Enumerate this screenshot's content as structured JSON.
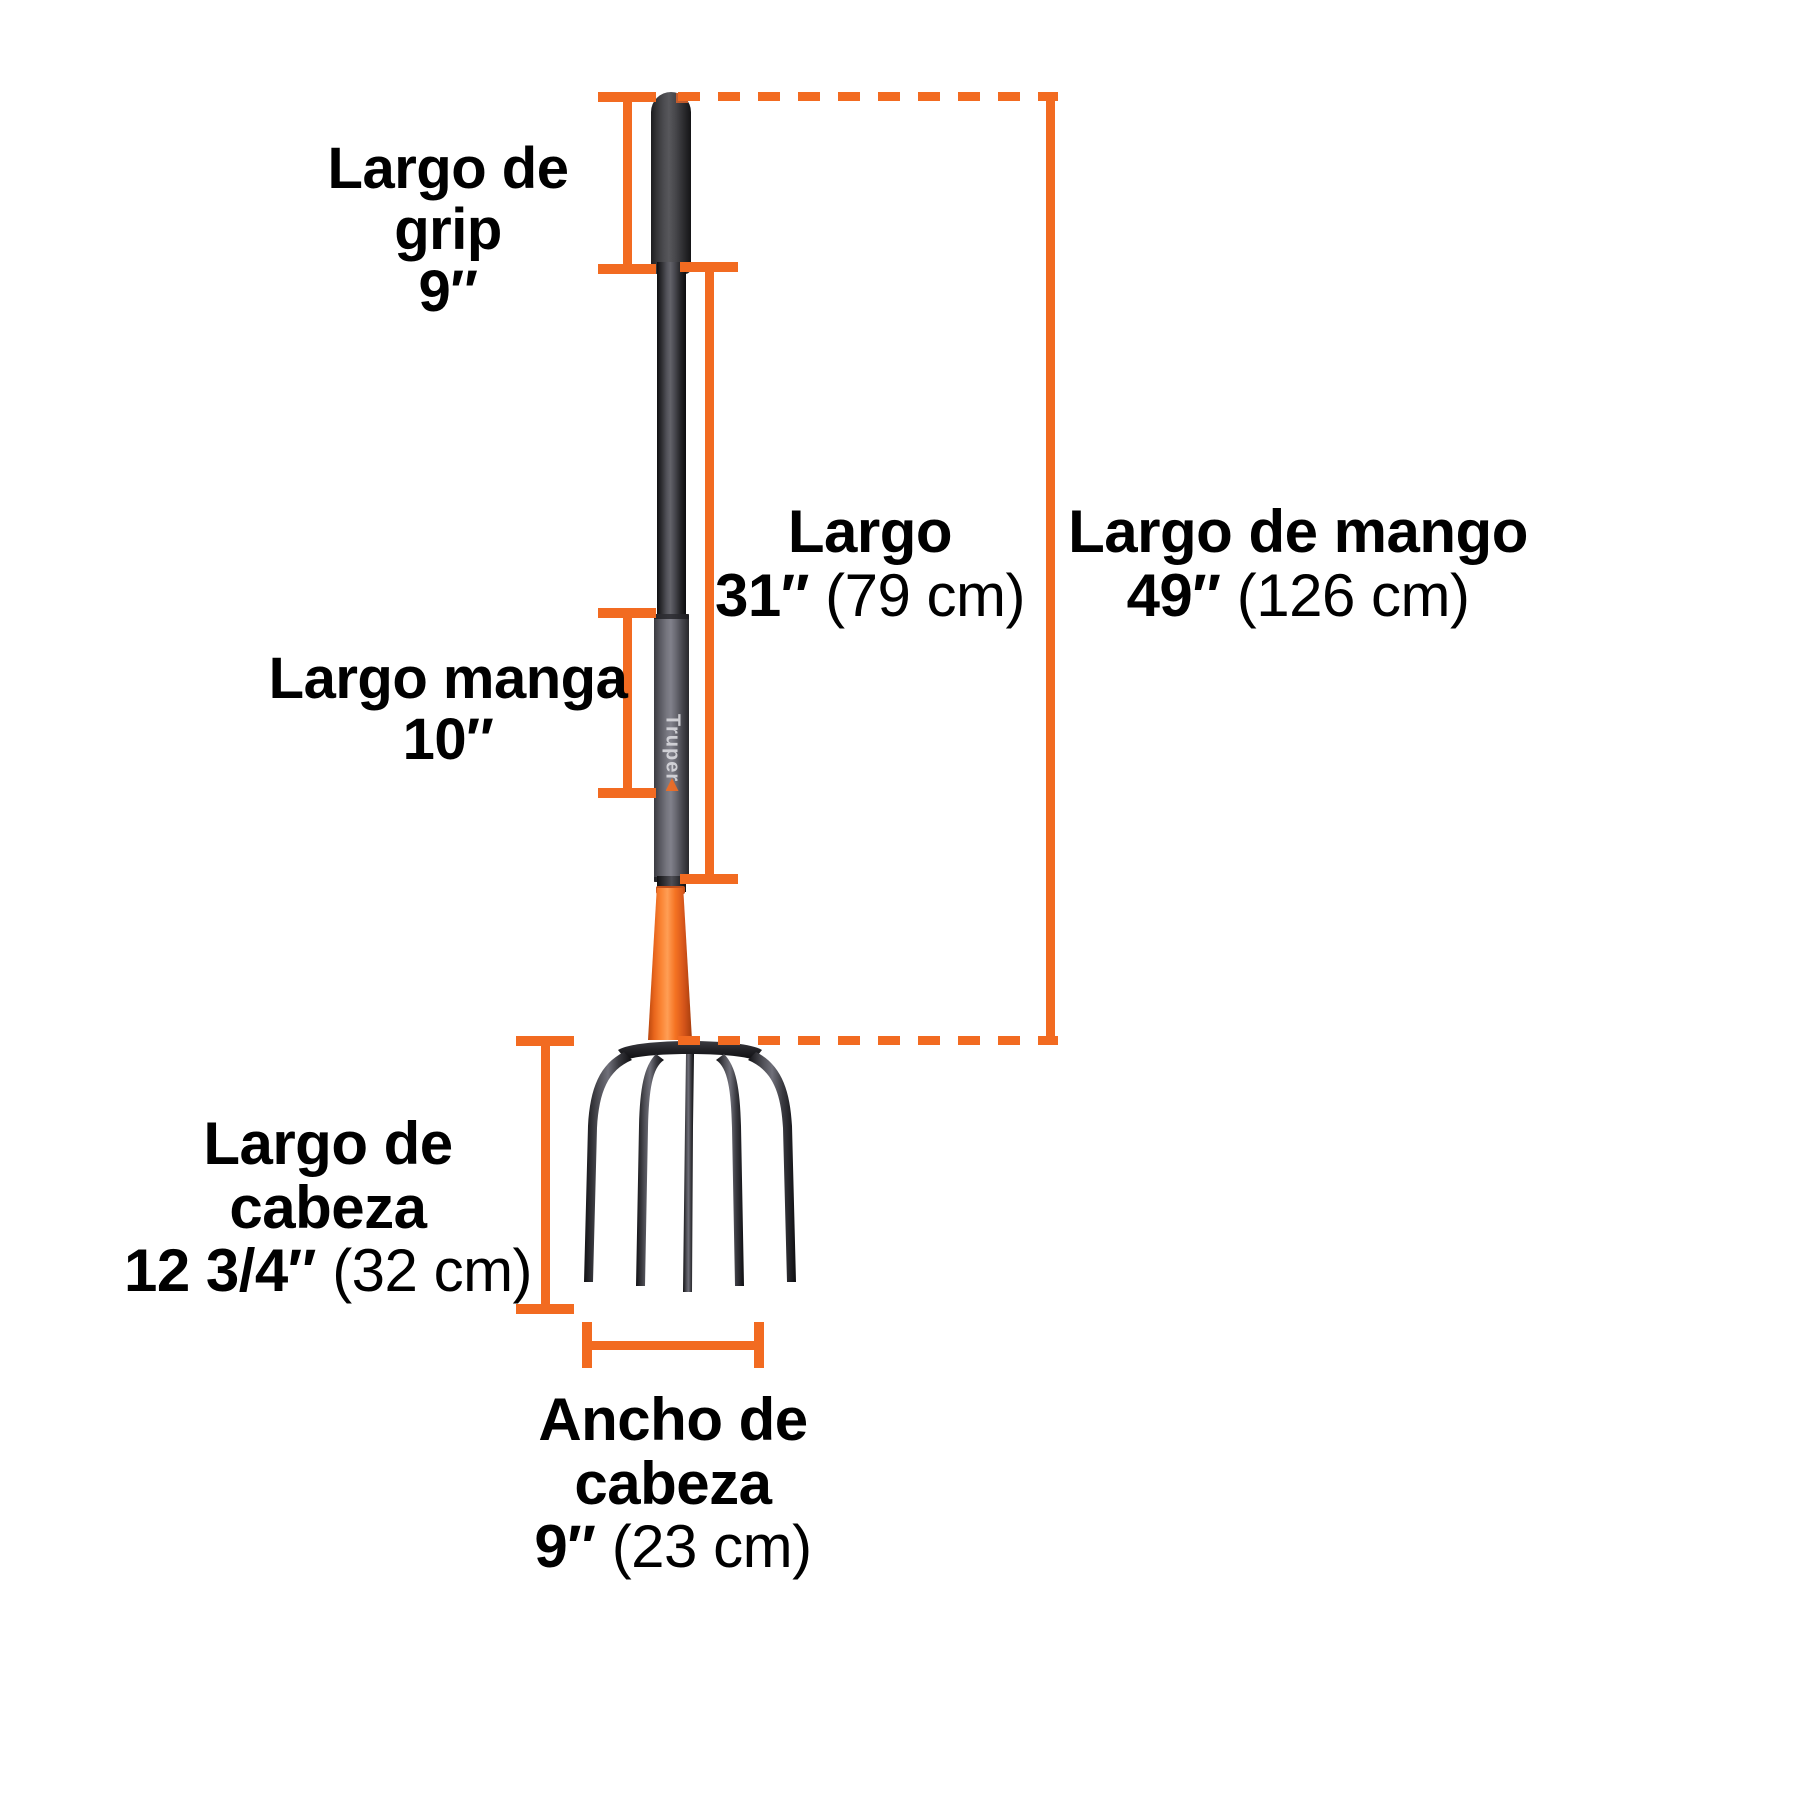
{
  "product": {
    "type": "pitchfork-diagram",
    "brand": "Truper",
    "language": "es"
  },
  "colors": {
    "accent_orange": "#F26B21",
    "ferrule_orange": "#FB8534",
    "steel_dark": "#2b2b2e",
    "sleeve_gray": "#76767f",
    "text": "#000000",
    "background": "#FFFFFF"
  },
  "measurements": [
    {
      "id": "grip-length",
      "name": "Largo de grip",
      "value": "9″",
      "metric": "",
      "orientation": "vertical",
      "side": "left"
    },
    {
      "id": "sleeve-length",
      "name": "Largo manga",
      "value": "10″",
      "metric": "",
      "orientation": "vertical",
      "side": "left"
    },
    {
      "id": "length",
      "name": "Largo",
      "value": "31″",
      "metric": "(79 cm)",
      "orientation": "vertical",
      "side": "right"
    },
    {
      "id": "handle-length",
      "name": "Largo de mango",
      "value": "49″",
      "metric": "(126 cm)",
      "orientation": "vertical",
      "side": "right"
    },
    {
      "id": "head-length",
      "name": "Largo de cabeza",
      "value": "12 3/4″",
      "metric": "(32 cm)",
      "orientation": "vertical",
      "side": "left"
    },
    {
      "id": "head-width",
      "name": "Ancho de cabeza",
      "value": "9″",
      "metric": "(23 cm)",
      "orientation": "horizontal",
      "side": "bottom"
    }
  ],
  "head": {
    "tine_count": 5
  }
}
